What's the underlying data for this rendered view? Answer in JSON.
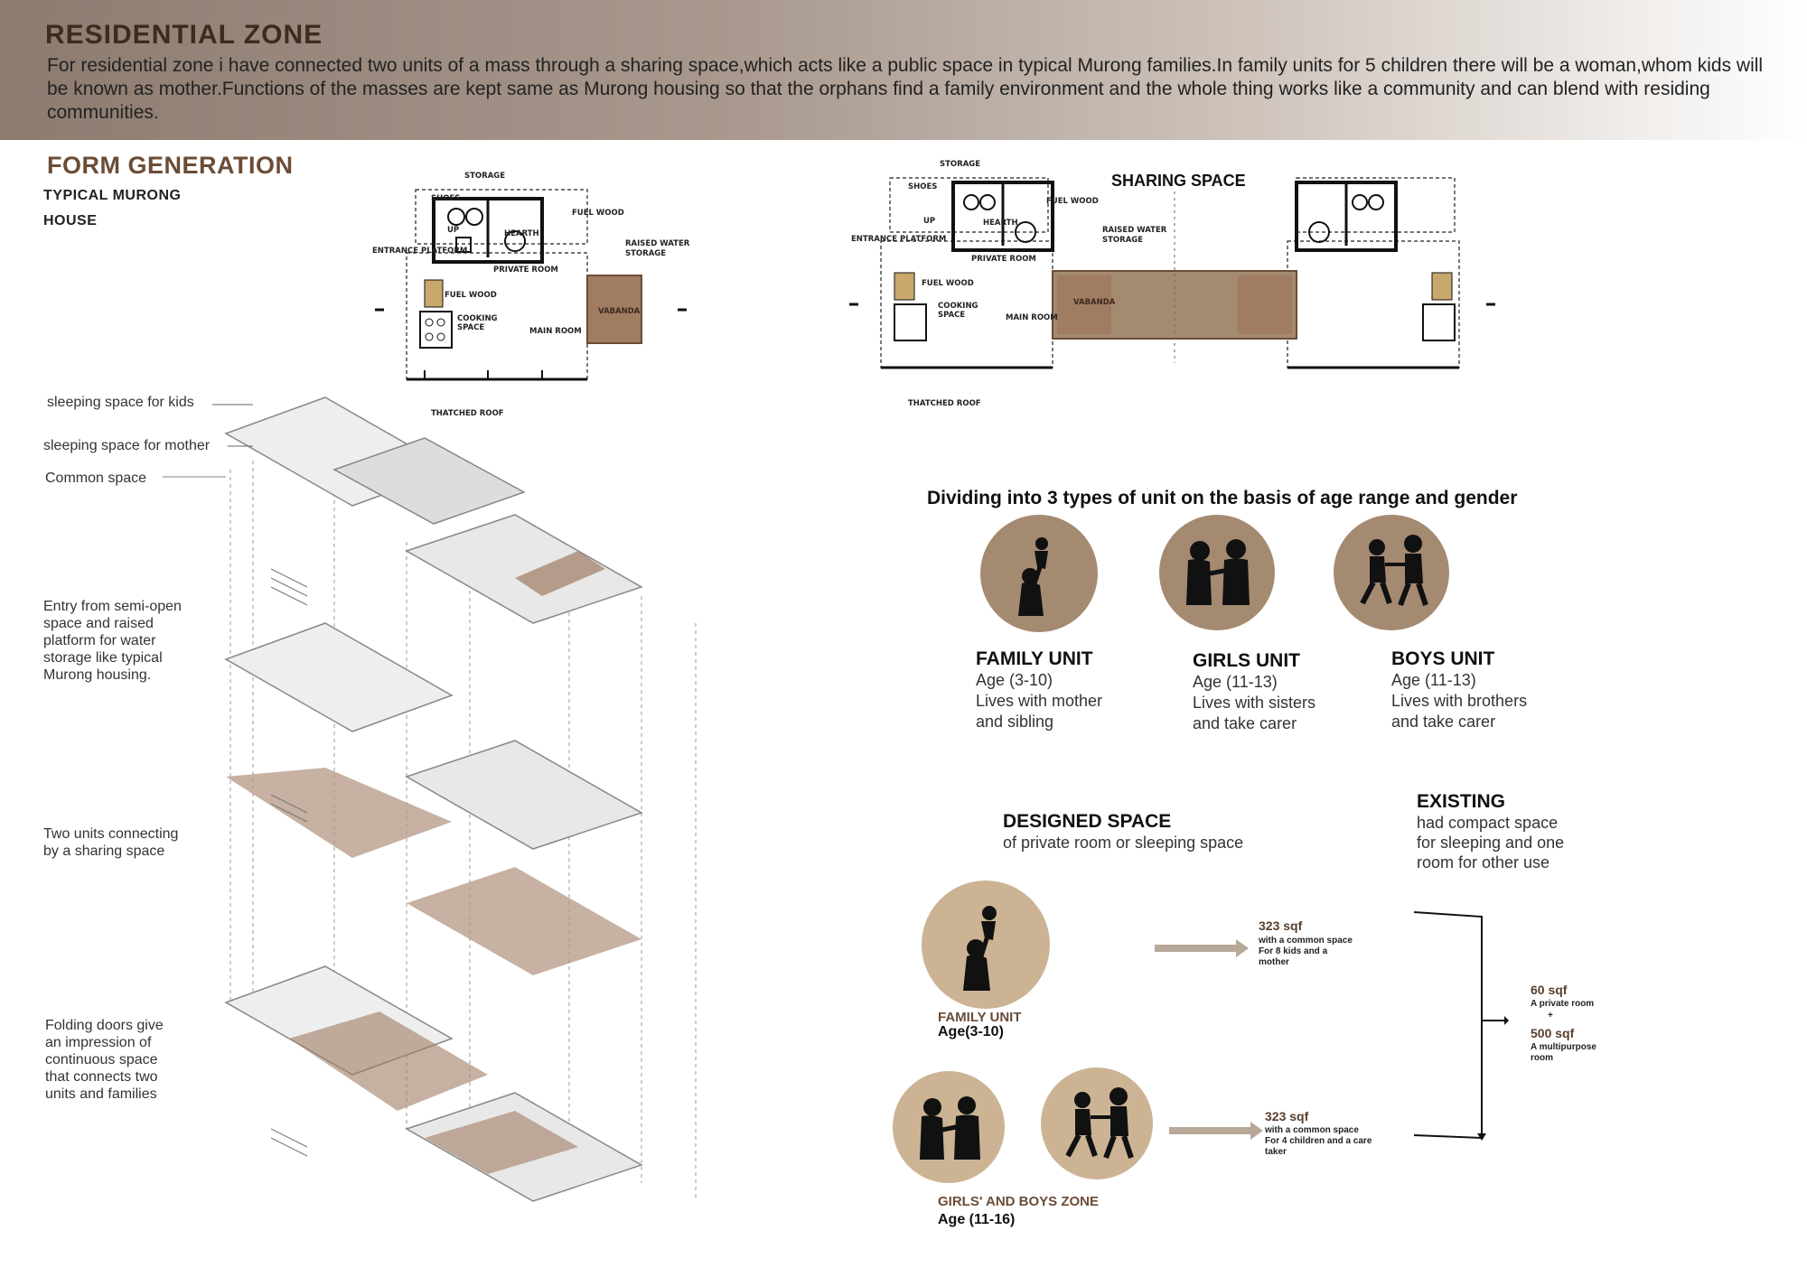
{
  "header": {
    "title": "RESIDENTIAL ZONE",
    "description": "For residential zone i have connected two units of a mass through a sharing space,which acts like a public space in typical Murong families.In family units for 5 children there will be a woman,whom kids will be known as mother.Functions of the masses are kept same as Murong housing so that the orphans find a family environment and the whole thing works like a community and can blend with residing communities."
  },
  "form_generation": {
    "title": "FORM GENERATION",
    "label_line1": "TYPICAL MURONG",
    "label_line2": "HOUSE"
  },
  "plan_single": {
    "storage": "STORAGE",
    "shoes": "SHOES",
    "up": "UP",
    "fuel_wood": "FUEL WOOD",
    "hearth": "HEARTH",
    "raised_water": "RAISED WATER",
    "storage2": "STORAGE",
    "entrance_platform": "ENTRANCE PLATFORM",
    "private_room": "PRIVATE ROOM",
    "fuel_wood2": "FUEL WOOD",
    "cooking": "COOKING",
    "space": "SPACE",
    "main_room": "MAIN ROOM",
    "vabanda": "VABANDA",
    "thatched_roof": "THATCHED ROOF"
  },
  "plan_double": {
    "sharing_space": "SHARING SPACE",
    "storage": "STORAGE",
    "shoes": "SHOES",
    "up": "UP",
    "fuel_wood": "FUEL WOOD",
    "hearth": "HEARTH",
    "raised_water": "RAISED WATER",
    "storage2": "STORAGE",
    "entrance_platform": "ENTRANCE PLATFORM",
    "private_room": "PRIVATE ROOM",
    "fuel_wood2": "FUEL WOOD",
    "cooking": "COOKING",
    "space": "SPACE",
    "main_room": "MAIN ROOM",
    "vabanda": "VABANDA",
    "thatched_roof": "THATCHED ROOF"
  },
  "exploded_notes": {
    "sleeping_kids": "sleeping space for kids",
    "sleeping_mother": "sleeping space for mother",
    "common_space": "Common space",
    "entry": [
      "Entry from semi-open",
      "space and raised",
      "platform for water",
      "storage like typical",
      "Murong housing."
    ],
    "two_units": [
      "Two units connecting",
      "by a sharing space"
    ],
    "folding": [
      "Folding doors give",
      "an impression of",
      "continuous space",
      "that connects two",
      "units and families"
    ]
  },
  "dividing": {
    "title": "Dividing into 3 types of unit on the basis of age range and gender",
    "units": [
      {
        "name": "FAMILY UNIT",
        "age": "Age (3-10)",
        "line1": "Lives with mother",
        "line2": "and sibling"
      },
      {
        "name": "GIRLS UNIT",
        "age": "Age (11-13)",
        "line1": "Lives with sisters",
        "line2": "and take carer"
      },
      {
        "name": "BOYS UNIT",
        "age": "Age (11-13)",
        "line1": "Lives with brothers",
        "line2": "and take carer"
      }
    ]
  },
  "designed": {
    "title": "DESIGNED SPACE",
    "desc": "of private room or sleeping space"
  },
  "existing": {
    "title": "EXISTING",
    "line1": "had compact space",
    "line2": "for sleeping and one",
    "line3": "room for other use"
  },
  "family_zone": {
    "label": "FAMILY UNIT",
    "age": "Age(3-10)",
    "sqf": "323 sqf",
    "d1": "with a common space",
    "d2": "For 8 kids and a",
    "d3": "mother"
  },
  "gb_zone": {
    "label": "GIRLS' AND BOYS ZONE",
    "age": "Age (11-16)",
    "sqf": "323 sqf",
    "d1": "with a common space",
    "d2": "For 4 children and a care",
    "d3": "taker"
  },
  "existing_values": {
    "v1": "60 sqf",
    "v1_desc": "A private room",
    "plus": "+",
    "v2": "500 sqf",
    "v2_desc1": "A multipurpose",
    "v2_desc2": "room"
  },
  "colors": {
    "accent_brown": "#6b4c36",
    "circle_dark": "#a58a72",
    "circle_light": "#cbb394",
    "highlight": "#a07c63"
  }
}
